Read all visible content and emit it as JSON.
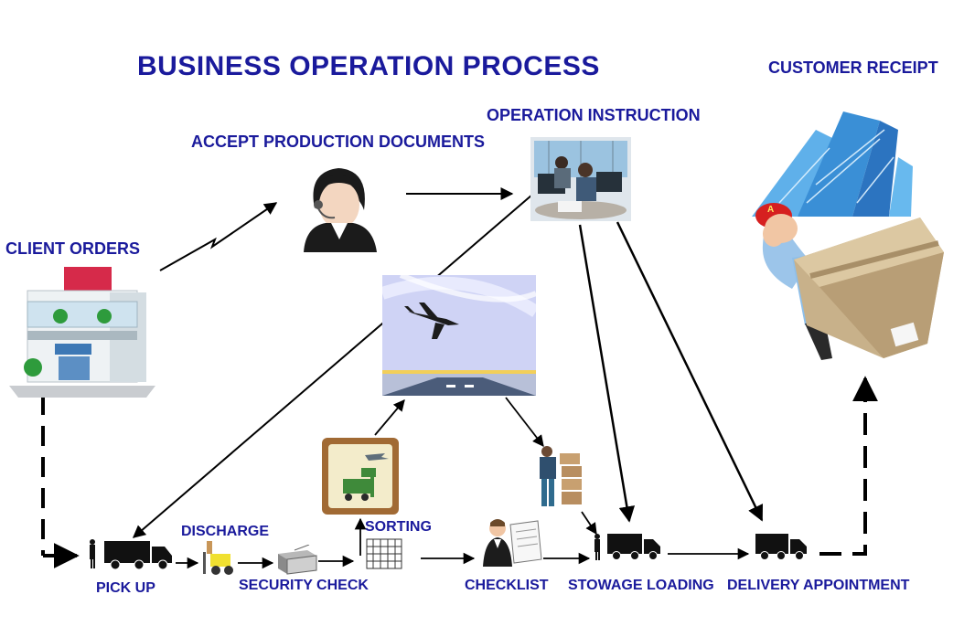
{
  "title": "BUSINESS OPERATION PROCESS",
  "nodes": {
    "customer_receipt": "CUSTOMER RECEIPT",
    "operation_instruction": "OPERATION INSTRUCTION",
    "accept_production_documents": "ACCEPT PRODUCTION DOCUMENTS",
    "client_orders": "CLIENT ORDERS",
    "discharge": "DISCHARGE",
    "sorting": "SORTING",
    "pick_up": "PICK UP",
    "security_check": "SECURITY CHECK",
    "checklist": "CHECKLIST",
    "stowage_loading": "STOWAGE LOADING",
    "delivery_appointment": "DELIVERY APPOINTMENT"
  },
  "colors": {
    "label": "#1a1a9c",
    "arrow": "#000000",
    "sky": "#cfd3f5",
    "box": "#c8b18a",
    "cap": "#d62020",
    "building_glass": "#3a8fd6"
  },
  "icons": {
    "client_building": "store-building-icon",
    "call_agent": "headset-agent-icon",
    "operators": "control-room-icon",
    "airplane": "airplane-icon",
    "skyscrapers": "skyscraper-icon",
    "courier": "courier-with-box-icon",
    "truck": "truck-icon",
    "forklift": "forklift-icon",
    "crate": "package-icon",
    "grid": "sorting-grid-icon",
    "checklist_man": "checklist-man-icon",
    "worker": "worker-with-boxes-icon",
    "sorting_sign": "sorting-sign-icon"
  }
}
